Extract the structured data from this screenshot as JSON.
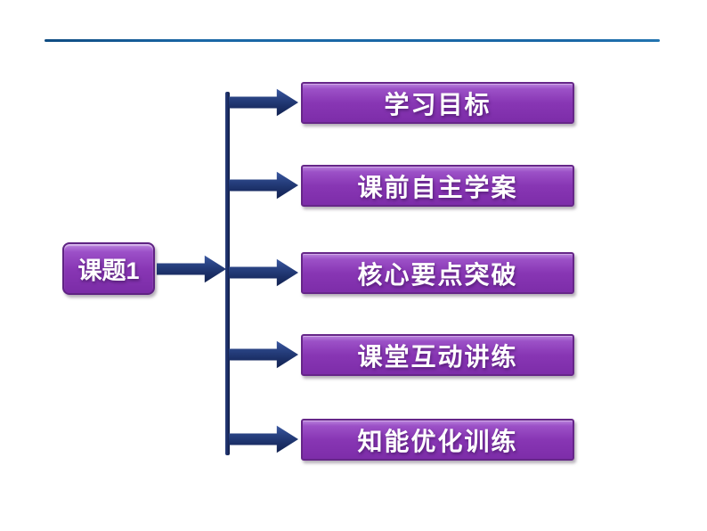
{
  "slide": {
    "topic_label": "课题1",
    "items": [
      {
        "label": "学习目标"
      },
      {
        "label": "课前自主学案"
      },
      {
        "label": "核心要点突破"
      },
      {
        "label": "课堂互动讲练"
      },
      {
        "label": "知能优化训练"
      }
    ],
    "colors": {
      "accent_line_blue": "#1a67a6",
      "connector_navy": "#1e3570",
      "box_purple_fill": "#8836b4",
      "box_purple_border": "#662689",
      "box_text": "#ffffff"
    },
    "icons": [
      "arrow-right-icon",
      "vertical-connector-line"
    ]
  }
}
